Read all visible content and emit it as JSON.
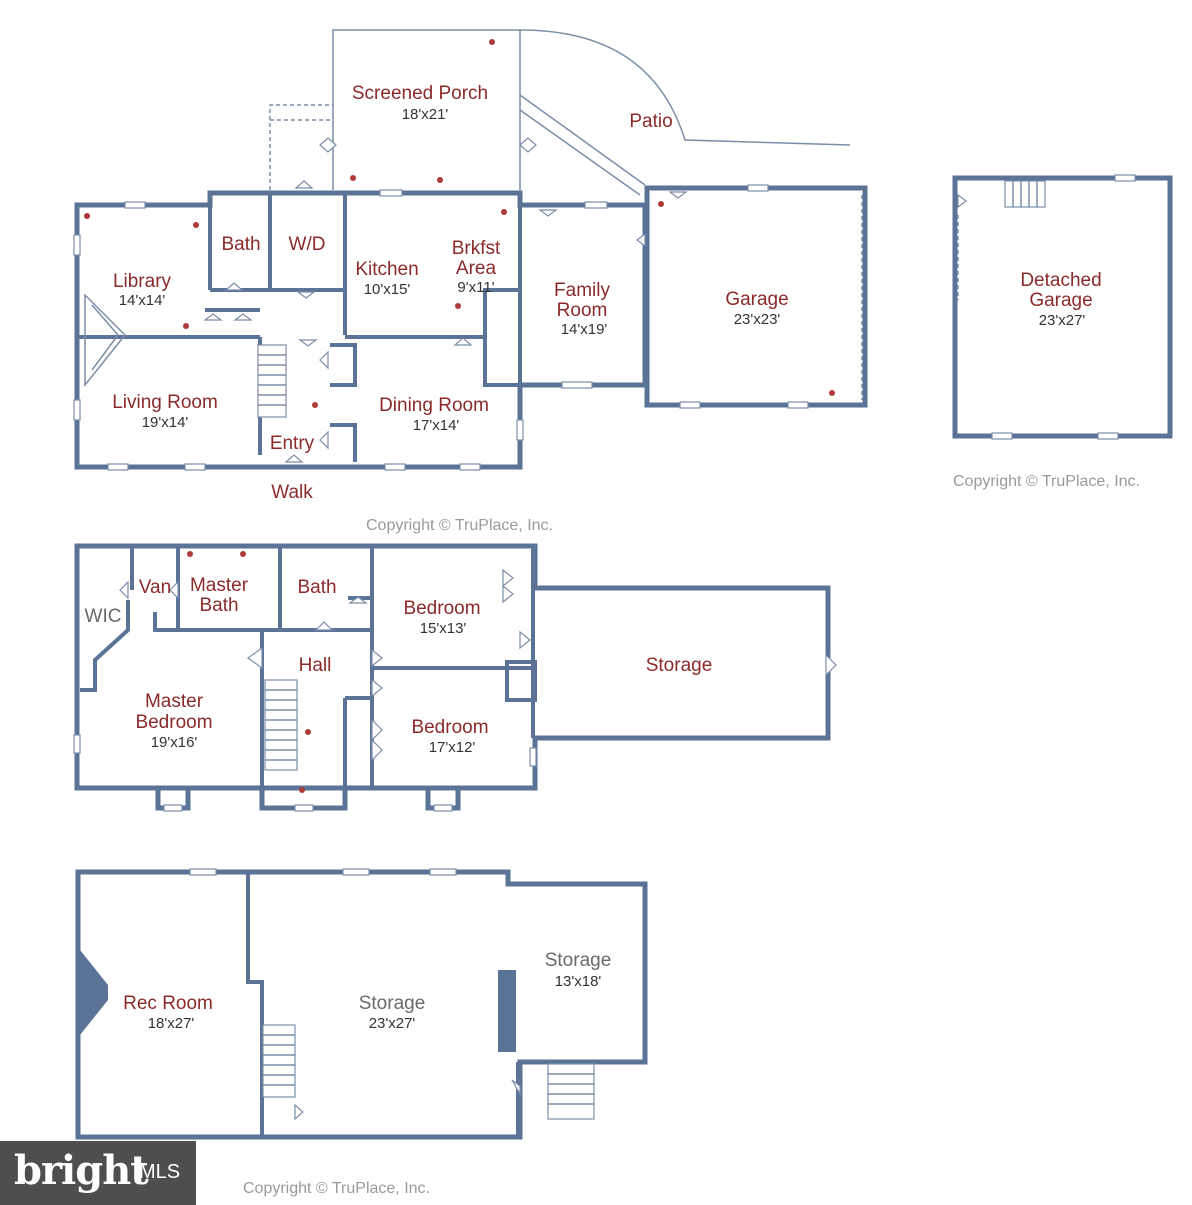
{
  "first_floor": {
    "screened_porch": {
      "name": "Screened Porch",
      "dim": "18'x21'"
    },
    "patio": {
      "name": "Patio"
    },
    "library": {
      "name": "Library",
      "dim": "14'x14'"
    },
    "bath": {
      "name": "Bath"
    },
    "wd": {
      "name": "W/D"
    },
    "kitchen": {
      "name": "Kitchen",
      "dim": "10'x15'"
    },
    "brkfst": {
      "name1": "Brkfst",
      "name2": "Area",
      "dim": "9'x11'"
    },
    "family_room": {
      "name1": "Family",
      "name2": "Room",
      "dim": "14'x19'"
    },
    "garage": {
      "name": "Garage",
      "dim": "23'x23'"
    },
    "living_room": {
      "name": "Living Room",
      "dim": "19'x14'"
    },
    "dining_room": {
      "name": "Dining Room",
      "dim": "17'x14'"
    },
    "entry": {
      "name": "Entry"
    },
    "walk": {
      "name": "Walk"
    }
  },
  "detached_garage": {
    "name1": "Detached",
    "name2": "Garage",
    "dim": "23'x27'"
  },
  "second_floor": {
    "wic": {
      "name": "WIC"
    },
    "van": {
      "name": "Van"
    },
    "master_bath": {
      "name1": "Master",
      "name2": "Bath"
    },
    "bath": {
      "name": "Bath"
    },
    "bedroom1": {
      "name": "Bedroom",
      "dim": "15'x13'"
    },
    "storage": {
      "name": "Storage"
    },
    "hall": {
      "name": "Hall"
    },
    "master_bedroom": {
      "name1": "Master",
      "name2": "Bedroom",
      "dim": "19'x16'"
    },
    "bedroom2": {
      "name": "Bedroom",
      "dim": "17'x12'"
    }
  },
  "basement": {
    "rec_room": {
      "name": "Rec Room",
      "dim": "18'x27'"
    },
    "storage_main": {
      "name": "Storage",
      "dim": "23'x27'"
    },
    "storage_side": {
      "name": "Storage",
      "dim": "13'x18'"
    }
  },
  "copyright": "Copyright © TruPlace, Inc.",
  "brand": {
    "name": "bright",
    "suffix": "MLS"
  }
}
